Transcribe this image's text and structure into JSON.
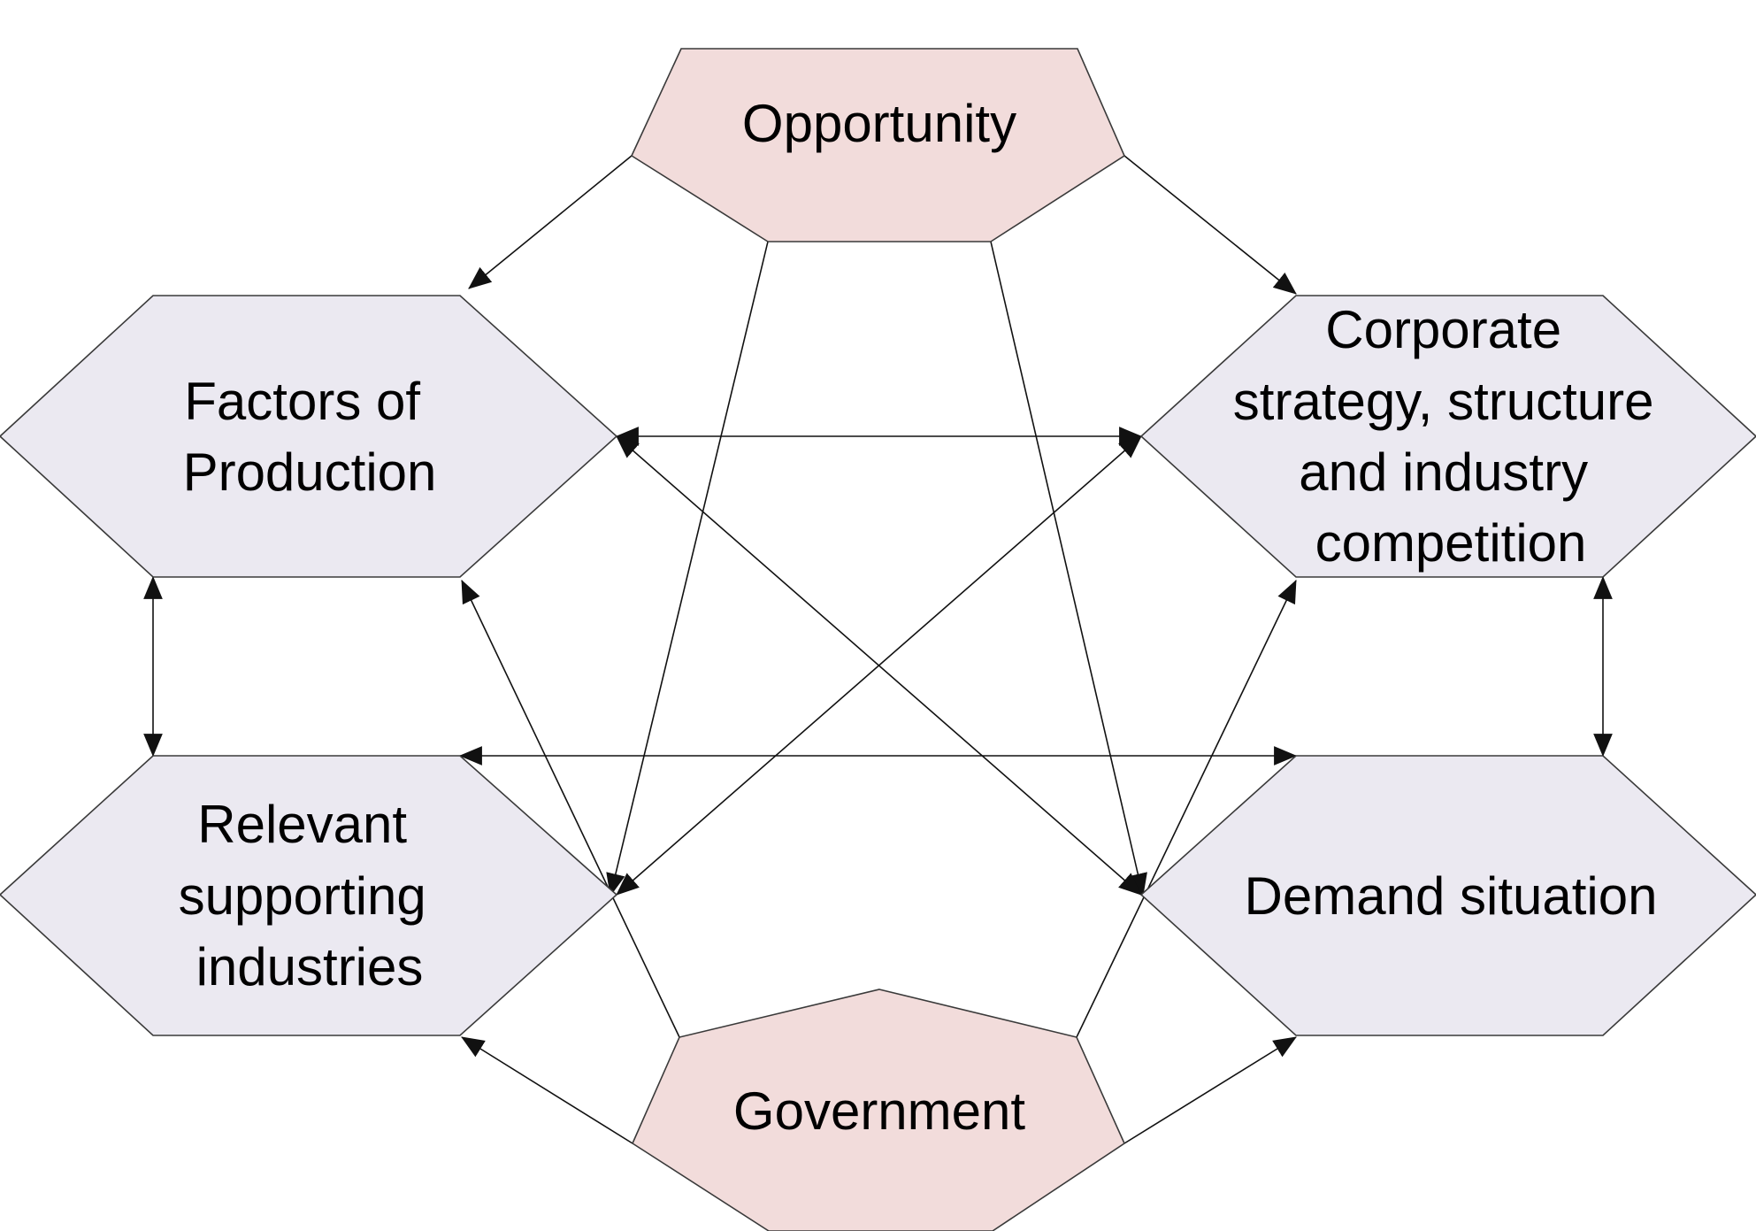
{
  "colors": {
    "chance_fill": "#f2dcdb",
    "determinant_fill": "#ebe9f1",
    "outline": "#3a3a3a",
    "arrow": "#111111"
  },
  "nodes": {
    "opportunity": {
      "lines": [
        "Opportunity"
      ]
    },
    "government": {
      "lines": [
        "Government"
      ]
    },
    "factors": {
      "lines": [
        "Factors of",
        "Production"
      ]
    },
    "strategy": {
      "lines": [
        "Corporate",
        "strategy, structure",
        "and industry",
        "competition"
      ]
    },
    "supporting": {
      "lines": [
        "Relevant",
        "supporting",
        "industries"
      ]
    },
    "demand": {
      "lines": [
        "Demand situation"
      ]
    }
  },
  "edges": [
    {
      "from": "opportunity",
      "to": "factors",
      "direction": "forward"
    },
    {
      "from": "opportunity",
      "to": "strategy",
      "direction": "forward"
    },
    {
      "from": "opportunity",
      "to": "supporting",
      "direction": "forward"
    },
    {
      "from": "opportunity",
      "to": "demand",
      "direction": "forward"
    },
    {
      "from": "government",
      "to": "supporting",
      "direction": "forward"
    },
    {
      "from": "government",
      "to": "demand",
      "direction": "forward"
    },
    {
      "from": "government",
      "to": "factors",
      "direction": "forward"
    },
    {
      "from": "government",
      "to": "strategy",
      "direction": "forward"
    },
    {
      "from": "factors",
      "to": "strategy",
      "direction": "both"
    },
    {
      "from": "factors",
      "to": "supporting",
      "direction": "both"
    },
    {
      "from": "strategy",
      "to": "demand",
      "direction": "both"
    },
    {
      "from": "supporting",
      "to": "demand",
      "direction": "both"
    },
    {
      "from": "factors",
      "to": "demand",
      "direction": "both"
    },
    {
      "from": "strategy",
      "to": "supporting",
      "direction": "both"
    }
  ]
}
